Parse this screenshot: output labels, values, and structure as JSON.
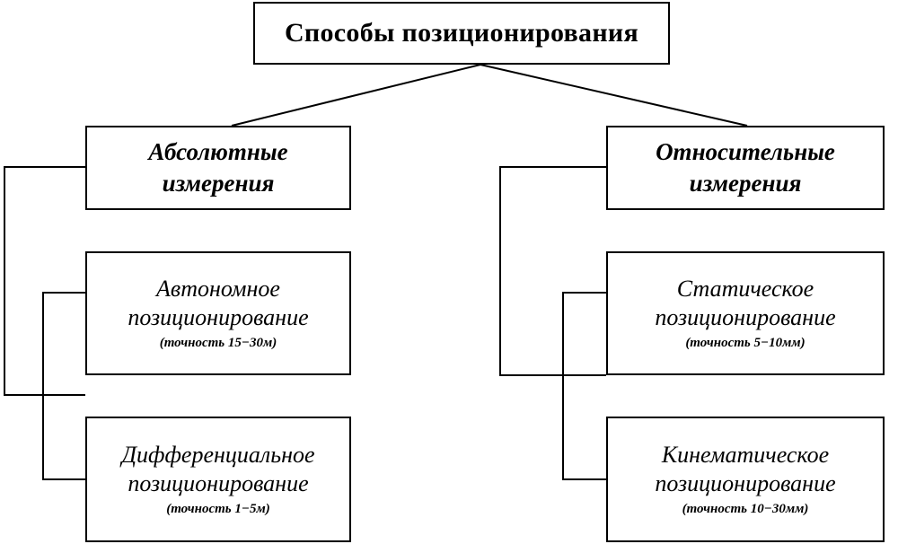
{
  "root": {
    "title": "Способы позиционирования"
  },
  "categories": [
    {
      "line1": "Абсолютные",
      "line2": "измерения",
      "children": [
        {
          "line1": "Автономное",
          "line2": "позиционирование",
          "note": "(точность  15−30м)"
        },
        {
          "line1": "Дифференциальное",
          "line2": "позиционирование",
          "note": "(точность  1−5м)"
        }
      ]
    },
    {
      "line1": "Относительные",
      "line2": "измерения",
      "children": [
        {
          "line1": "Статическое",
          "line2": "позиционирование",
          "note": "(точность  5−10мм)"
        },
        {
          "line1": "Кинематическое",
          "line2": "позиционирование",
          "note": "(точность  10−30мм)"
        }
      ]
    }
  ]
}
